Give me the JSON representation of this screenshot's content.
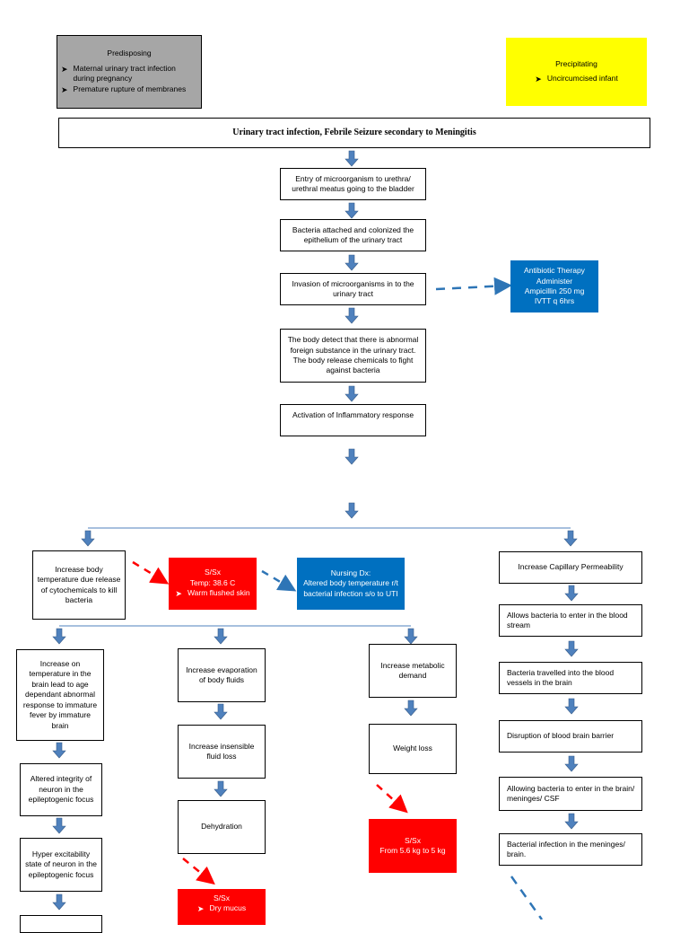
{
  "predisposing": {
    "title": "Predisposing",
    "items": [
      "Maternal urinary tract infection during pregnancy",
      "Premature rupture of membranes"
    ]
  },
  "precipitating": {
    "title": "Precipitating",
    "items": [
      "Uncircumcised infant"
    ]
  },
  "diagnosis": "Urinary tract infection, Febrile Seizure secondary to Meningitis",
  "center": {
    "entry": "Entry of microorganism to urethra/ urethral meatus going to the bladder",
    "colonized": "Bacteria attached and colonized the epithelium of the urinary tract",
    "invasion": "Invasion of microorganisms in to the urinary tract",
    "detect": "The body detect that there is abnormal foreign substance in the urinary tract. The body release chemicals to fight against bacteria",
    "inflammatory": "Activation of Inflammatory response"
  },
  "antibiotic": {
    "lines": [
      "Antibiotic Therapy",
      "Administer",
      "Ampicillin 250 mg",
      "IVTT q 6hrs"
    ]
  },
  "temp_branch": {
    "increase_temp": "Increase body temperature due release of cytochemicals to kill bacteria",
    "ssx_title": "S/Sx",
    "ssx_temp": "Temp: 38.6 C",
    "ssx_item": "Warm flushed skin",
    "nursing_title": "Nursing Dx:",
    "nursing_text": "Altered body temperature r/t bacterial infection s/o to UTI"
  },
  "brain_branch": {
    "b1": "Increase on temperature in the brain lead to age dependant abnormal response to immature fever by immature brain",
    "b2": "Altered integrity of neuron in the epileptogenic focus",
    "b3": "Hyper excitability state of neuron in the epileptogenic focus"
  },
  "fluid_branch": {
    "f1": "Increase evaporation of body fluids",
    "f2": "Increase insensible fluid loss",
    "f3": "Dehydration",
    "ssx_title": "S/Sx",
    "ssx_item": "Dry mucus"
  },
  "metabolic_branch": {
    "m1": "Increase metabolic demand",
    "m2": "Weight loss",
    "ssx_title": "S/Sx",
    "ssx_text": "From 5.6 kg to 5 kg"
  },
  "capillary_branch": {
    "c1": "Increase Capillary Permeability",
    "c2": "Allows bacteria to enter in the blood stream",
    "c3": "Bacteria travelled into the blood vessels in the brain",
    "c4": "Disruption of blood brain barrier",
    "c5": "Allowing bacteria to enter in the brain/ meninges/ CSF",
    "c6": "Bacterial infection in the meninges/ brain."
  },
  "colors": {
    "arrow": "#4f81bd",
    "red": "#ff0000",
    "blue": "#0070c0",
    "yellow": "#ffff00",
    "grey": "#a6a6a6"
  }
}
